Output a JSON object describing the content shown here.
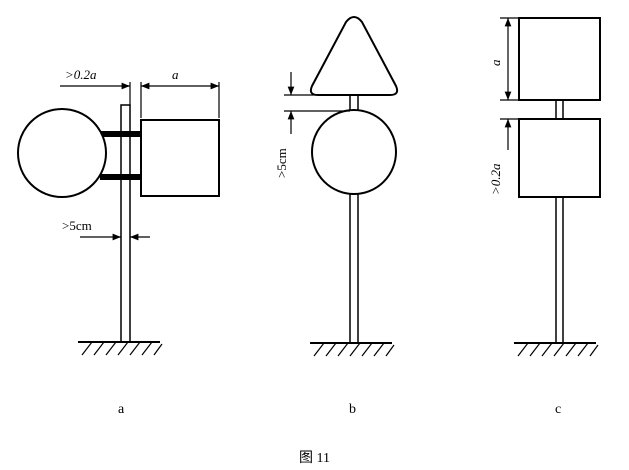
{
  "panels": {
    "a": {
      "label": "a",
      "dim_top_left": ">0.2a",
      "dim_top_right": "a",
      "dim_bottom": ">5cm"
    },
    "b": {
      "label": "b",
      "dim_gap": ">5cm"
    },
    "c": {
      "label": "c",
      "dim_top": "a",
      "dim_gap": ">0.2a"
    }
  },
  "caption": "图 11"
}
